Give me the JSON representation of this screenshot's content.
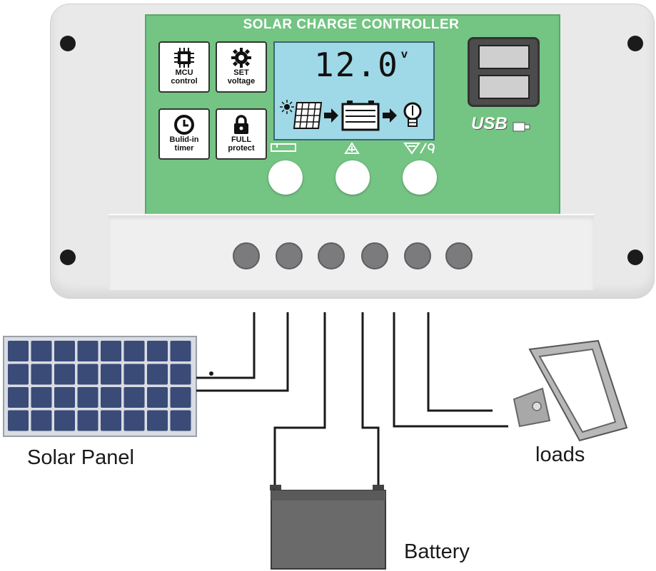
{
  "controller": {
    "title": "SOLAR CHARGE CONTROLLER",
    "features": [
      {
        "icon": "chip-icon",
        "line1": "MCU",
        "line2": "control"
      },
      {
        "icon": "gear-icon",
        "line1": "SET",
        "line2": "voltage"
      },
      {
        "icon": "clock-icon",
        "line1": "Bulid-in",
        "line2": "timer"
      },
      {
        "icon": "lock-icon",
        "line1": "FULL",
        "line2": "protect"
      }
    ],
    "display": {
      "reading": "12.0",
      "unit": "v"
    },
    "usb_label": "USB",
    "terminal_count": 6
  },
  "captions": {
    "solar_panel": "Solar Panel",
    "battery": "Battery",
    "loads": "loads"
  },
  "colors": {
    "panel_green": "#74c483",
    "lcd_blue": "#9fd8e6",
    "housing_grey": "#e9e9ea",
    "battery_grey": "#6a6a6a",
    "solar_cell_blue": "#3b4b78"
  }
}
